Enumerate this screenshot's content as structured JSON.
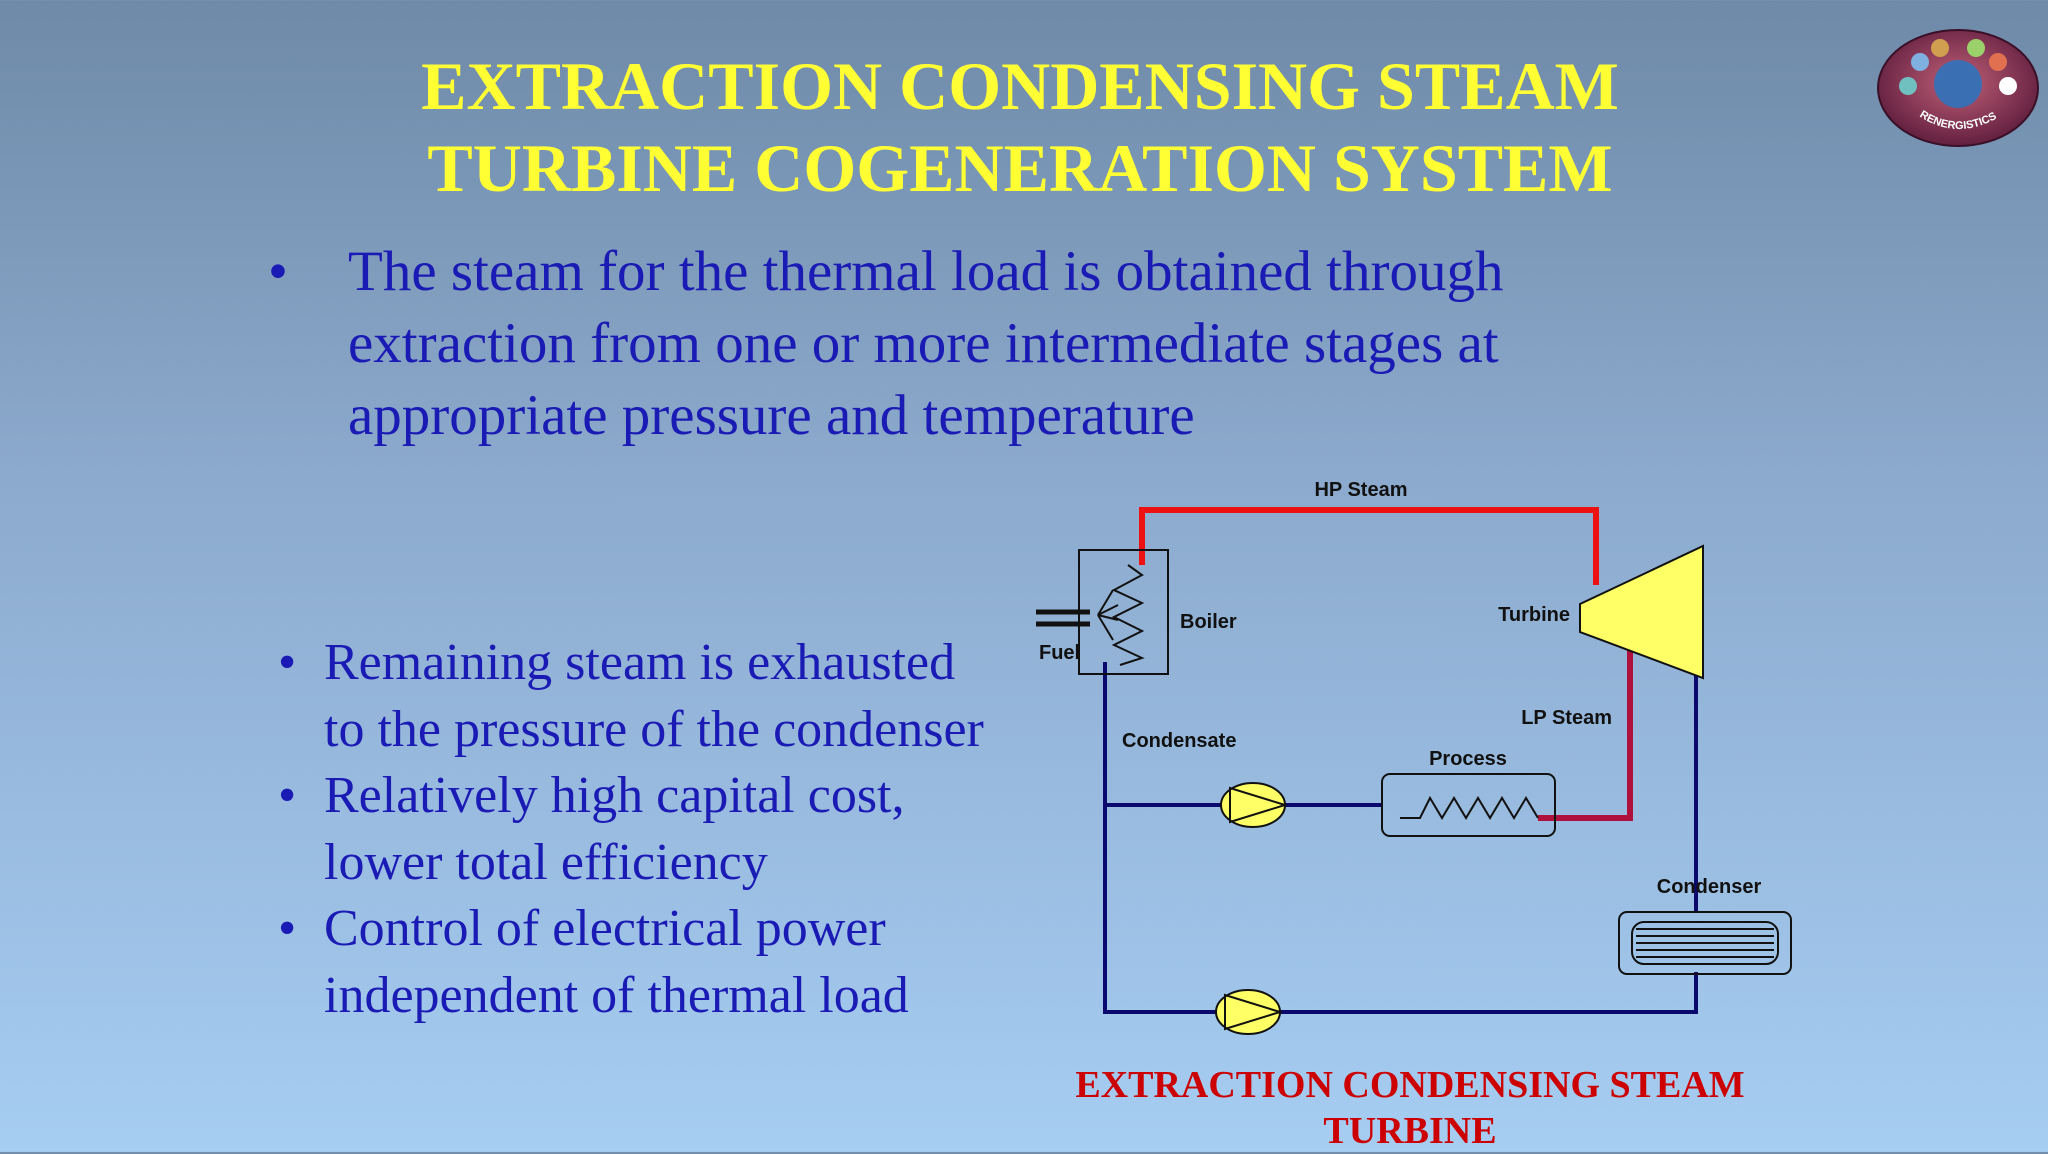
{
  "slide": {
    "title_line1": "EXTRACTION CONDENSING STEAM",
    "title_line2": "TURBINE COGENERATION SYSTEM",
    "bullet_main": "The steam for the thermal load is obtained through extraction from one or more intermediate stages at appropriate pressure and temperature",
    "bullet_marker": "•",
    "bullets": [
      "Remaining steam is exhausted to the pressure of the condenser",
      "Relatively high capital cost, lower total efficiency",
      "Control of electrical power independent of thermal load"
    ]
  },
  "diagram": {
    "labels": {
      "hp_steam": "HP Steam",
      "boiler": "Boiler",
      "fuel": "Fuel",
      "turbine": "Turbine",
      "lp_steam": "LP Steam",
      "condensate": "Condensate",
      "process": "Process",
      "condenser": "Condenser"
    },
    "caption_line1": "EXTRACTION CONDENSING STEAM",
    "caption_line2": "TURBINE"
  },
  "logo": {
    "text": "RENERGISTICS"
  },
  "colors": {
    "title": "#ffff33",
    "body_text": "#1a1ab4",
    "caption": "#cc0000",
    "hp_line": "#ee1111",
    "lp_line": "#b0103c",
    "water_line": "#0a0a6e",
    "turbine_fill": "#ffff66"
  }
}
